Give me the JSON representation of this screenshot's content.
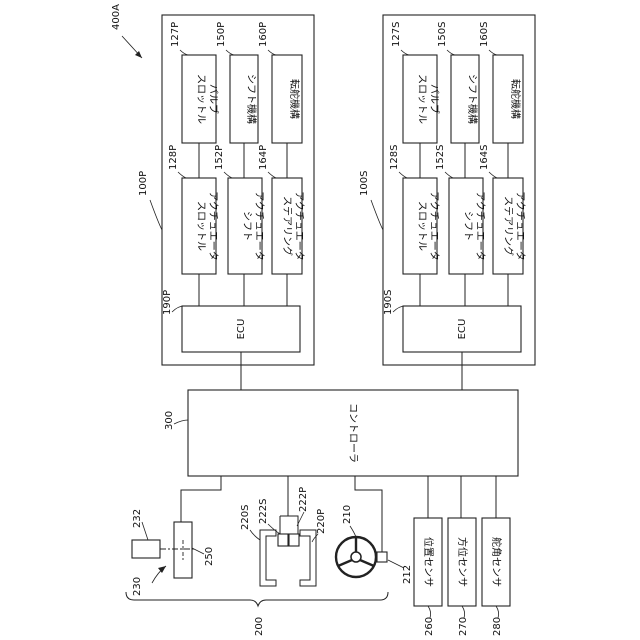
{
  "figure_label": "400A",
  "systems": [
    {
      "id": "100P",
      "ecu": {
        "ref": "190P",
        "text": "ECU"
      },
      "actuators": [
        {
          "ref": "128P",
          "lines": [
            "スロットル",
            "アクチュエータ"
          ]
        },
        {
          "ref": "152P",
          "lines": [
            "シフト",
            "アクチュエータ"
          ]
        },
        {
          "ref": "164P",
          "lines": [
            "ステアリング",
            "アクチュエータ"
          ]
        }
      ],
      "mechanisms": [
        {
          "ref": "127P",
          "lines": [
            "スロットル",
            "バルブ"
          ]
        },
        {
          "ref": "150P",
          "lines": [
            "シフト機構"
          ]
        },
        {
          "ref": "160P",
          "lines": [
            "転舵機構"
          ]
        }
      ]
    },
    {
      "id": "100S",
      "ecu": {
        "ref": "190S",
        "text": "ECU"
      },
      "actuators": [
        {
          "ref": "128S",
          "lines": [
            "スロットル",
            "アクチュエータ"
          ]
        },
        {
          "ref": "152S",
          "lines": [
            "シフト",
            "アクチュエータ"
          ]
        },
        {
          "ref": "164S",
          "lines": [
            "ステアリング",
            "アクチュエータ"
          ]
        }
      ],
      "mechanisms": [
        {
          "ref": "127S",
          "lines": [
            "スロットル",
            "バルブ"
          ]
        },
        {
          "ref": "150S",
          "lines": [
            "シフト機構"
          ]
        },
        {
          "ref": "160S",
          "lines": [
            "転舵機構"
          ]
        }
      ]
    }
  ],
  "controller": {
    "ref": "300",
    "text": "コントローラ"
  },
  "sensors": [
    {
      "ref": "260",
      "text": "位置センサ"
    },
    {
      "ref": "270",
      "text": "方位センサ"
    },
    {
      "ref": "280",
      "text": "舵角センサ"
    }
  ],
  "input_group_ref": "200",
  "lever": {
    "ref": "230",
    "parts": [
      "232",
      "250"
    ]
  },
  "shifter": {
    "refs": [
      "220S",
      "222S",
      "222P",
      "220P"
    ]
  },
  "wheel": {
    "refs": [
      "210",
      "212"
    ]
  },
  "colors": {
    "line": "#222222",
    "fill": "#ffffff",
    "text": "#111111"
  }
}
